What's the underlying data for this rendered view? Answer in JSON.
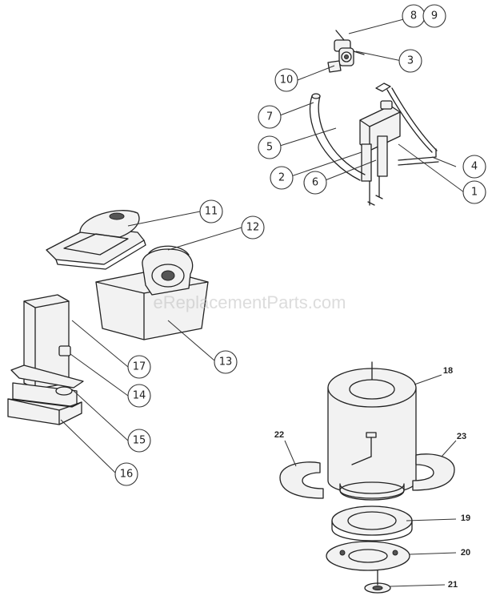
{
  "watermark": "eReplacementParts.com",
  "callouts": [
    "1",
    "2",
    "3",
    "4",
    "5",
    "6",
    "7",
    "8",
    "9",
    "10",
    "11",
    "12",
    "13",
    "14",
    "15",
    "16",
    "17"
  ],
  "bold_labels": [
    "18",
    "19",
    "20",
    "21",
    "22",
    "23"
  ]
}
